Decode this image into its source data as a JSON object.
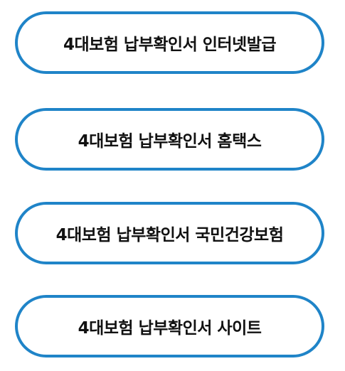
{
  "buttons": [
    {
      "label": "4대보험 납부확인서 인터넷발급"
    },
    {
      "label": "4대보험 납부확인서 홈택스"
    },
    {
      "label": "4대보험 납부확인서 국민건강보험"
    },
    {
      "label": "4대보험 납부확인서 사이트"
    }
  ],
  "colors": {
    "border": "#1f84c8",
    "text": "#111111",
    "background": "#ffffff"
  }
}
